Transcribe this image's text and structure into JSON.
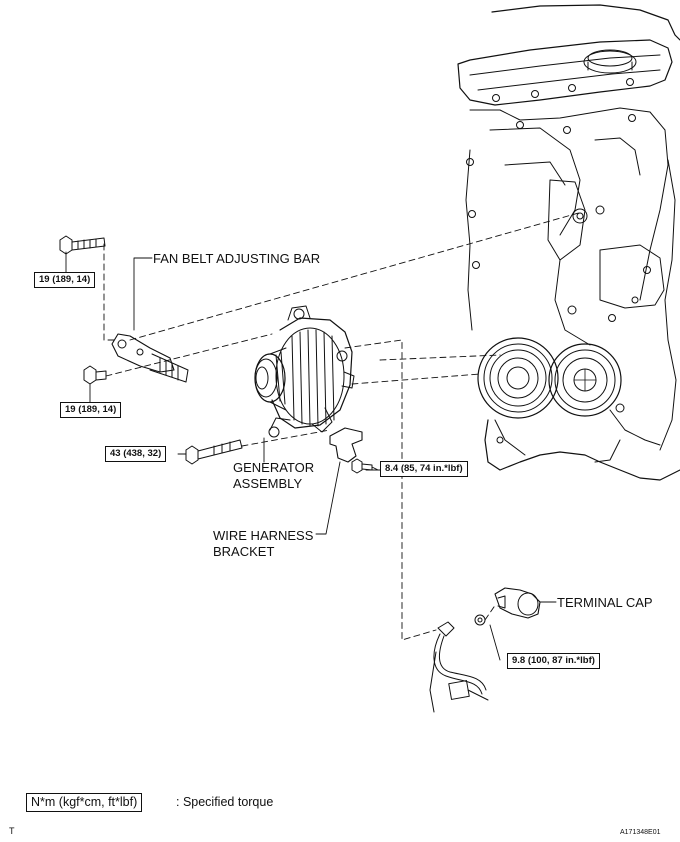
{
  "labels": {
    "fan_belt_adjusting_bar": "FAN BELT ADJUSTING BAR",
    "generator_line1": "GENERATOR",
    "generator_line2": "ASSEMBLY",
    "wire_harness_line1": "WIRE HARNESS",
    "wire_harness_line2": "BRACKET",
    "terminal_cap": "TERMINAL CAP"
  },
  "torques": {
    "bar_top_bolt": "19 (189, 14)",
    "bar_lower_bolt": "19 (189, 14)",
    "through_bolt": "43 (438, 32)",
    "bracket_bolt": "8.4 (85, 74 in.*lbf)",
    "terminal_nut": "9.8 (100, 87 in.*lbf)"
  },
  "legend": {
    "unit_box": "N*m (kgf*cm, ft*lbf)",
    "description": ": Specified torque"
  },
  "corner_mark": "T",
  "figure_code": "A171348E01"
}
